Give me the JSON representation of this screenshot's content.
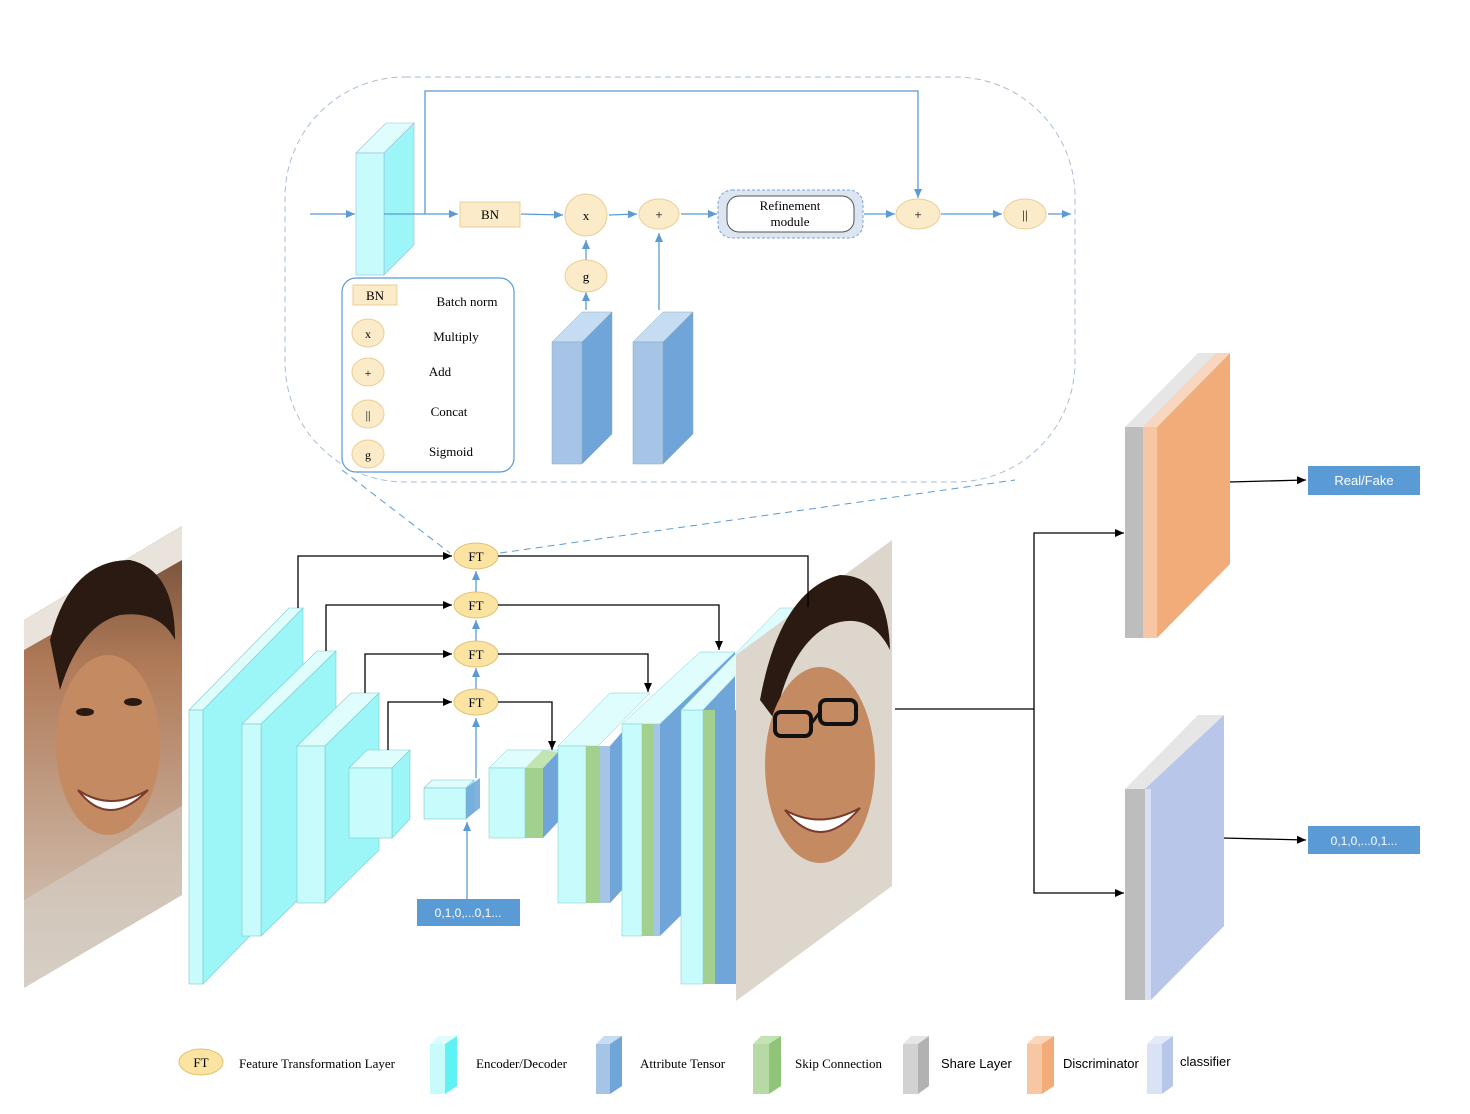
{
  "colors": {
    "cyan_front": "#c8fbfb",
    "cyan_side": "#9cf6f8",
    "blue_front": "#a6c4e6",
    "blue_side": "#6fa5d8",
    "green": "#a2d08e",
    "gray": "#bdbdbd",
    "orange": "#f2ac7a",
    "lavender": "#b8c6ea",
    "ft_fill": "#fbe3a2",
    "op_fill": "#fcebc8",
    "arrow_blue": "#5b9bd5",
    "output_box": "#5b9bd5"
  },
  "detail": {
    "bn_label": "BN",
    "multiply_symbol": "x",
    "add_symbol": "+",
    "sigmoid_symbol": "g",
    "concat_symbol": "||",
    "refinement_label_line1": "Refinement",
    "refinement_label_line2": "module"
  },
  "inner_legend": {
    "items": [
      {
        "symbol": "BN",
        "label": "Batch norm"
      },
      {
        "symbol": "x",
        "label": "Multiply"
      },
      {
        "symbol": "+",
        "label": "Add"
      },
      {
        "symbol": "||",
        "label": "Concat"
      },
      {
        "symbol": "g",
        "label": "Sigmoid"
      }
    ]
  },
  "generator": {
    "ft_label": "FT",
    "attribute_input": "0,1,0,...0,1..."
  },
  "discriminator": {
    "real_fake_label": "Real/Fake",
    "classifier_output": "0,1,0,...0,1..."
  },
  "bottom_legend": {
    "ft_label": "FT",
    "items": [
      {
        "label": "Feature Transformation Layer"
      },
      {
        "label": "Encoder/Decoder"
      },
      {
        "label": "Attribute Tensor"
      },
      {
        "label": "Skip Connection"
      },
      {
        "label": "Share Layer"
      },
      {
        "label": "Discriminator"
      },
      {
        "label": "classifier"
      }
    ]
  }
}
